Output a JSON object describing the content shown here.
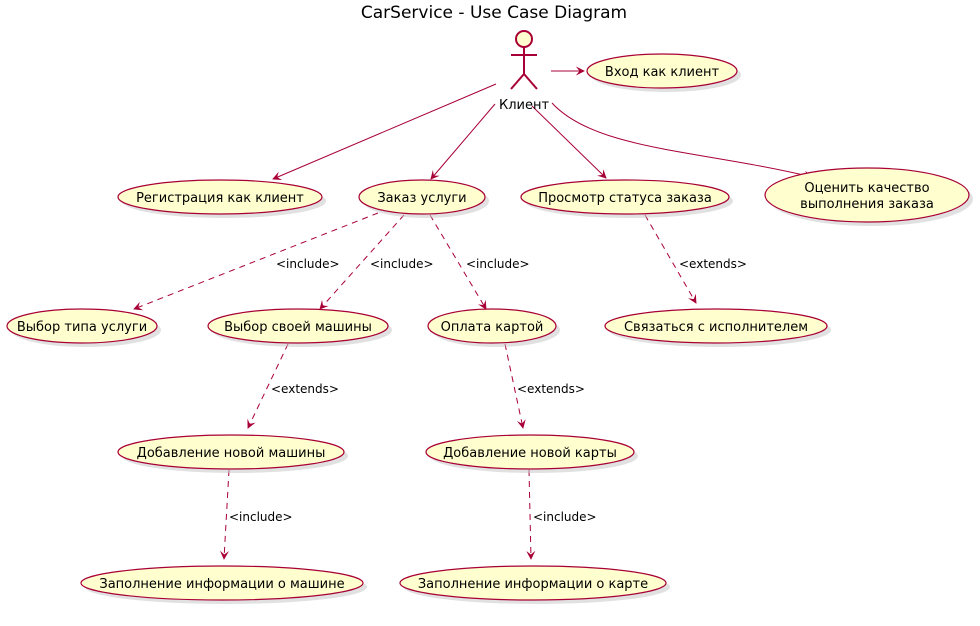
{
  "diagram": {
    "title": "CarService - Use Case Diagram",
    "actor": {
      "id": "client",
      "label": "Клиент"
    },
    "colors": {
      "fill": "#FEFECE",
      "stroke": "#A80036",
      "shadow": "#c8c8c8",
      "text": "#000000"
    },
    "use_cases": [
      {
        "id": "login",
        "label": "Вход как клиент"
      },
      {
        "id": "register",
        "label": "Регистрация как клиент"
      },
      {
        "id": "order",
        "label": "Заказ услуги"
      },
      {
        "id": "status",
        "label": "Просмотр статуса заказа"
      },
      {
        "id": "rate",
        "label": "Оценить качество выполнения заказа"
      },
      {
        "id": "type",
        "label": "Выбор типа услуги"
      },
      {
        "id": "car",
        "label": "Выбор своей машины"
      },
      {
        "id": "pay",
        "label": "Оплата картой"
      },
      {
        "id": "contact",
        "label": "Связаться с исполнителем"
      },
      {
        "id": "newcar",
        "label": "Добавление новой машины"
      },
      {
        "id": "newcard",
        "label": "Добавление новой карты"
      },
      {
        "id": "carinfo",
        "label": "Заполнение информации о машине"
      },
      {
        "id": "cardinfo",
        "label": "Заполнение информации о карте"
      }
    ],
    "relations": [
      {
        "from": "client",
        "to": "login",
        "kind": "association",
        "label": ""
      },
      {
        "from": "client",
        "to": "register",
        "kind": "association",
        "label": ""
      },
      {
        "from": "client",
        "to": "order",
        "kind": "association",
        "label": ""
      },
      {
        "from": "client",
        "to": "status",
        "kind": "association",
        "label": ""
      },
      {
        "from": "client",
        "to": "rate",
        "kind": "association",
        "label": ""
      },
      {
        "from": "order",
        "to": "type",
        "kind": "dependency",
        "label": "<include>"
      },
      {
        "from": "order",
        "to": "car",
        "kind": "dependency",
        "label": "<include>"
      },
      {
        "from": "order",
        "to": "pay",
        "kind": "dependency",
        "label": "<include>"
      },
      {
        "from": "status",
        "to": "contact",
        "kind": "dependency",
        "label": "<extends>"
      },
      {
        "from": "car",
        "to": "newcar",
        "kind": "dependency",
        "label": "<extends>"
      },
      {
        "from": "pay",
        "to": "newcard",
        "kind": "dependency",
        "label": "<extends>"
      },
      {
        "from": "newcar",
        "to": "carinfo",
        "kind": "dependency",
        "label": "<include>"
      },
      {
        "from": "newcard",
        "to": "cardinfo",
        "kind": "dependency",
        "label": "<include>"
      }
    ]
  }
}
